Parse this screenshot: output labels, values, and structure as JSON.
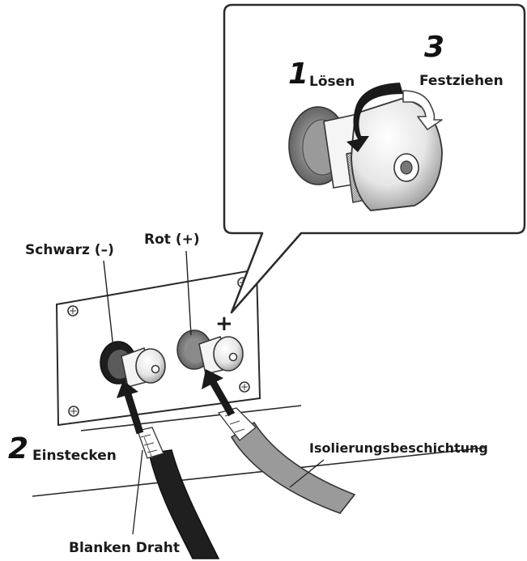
{
  "diagram": {
    "callout": {
      "step1_number": "1",
      "step1_label": "Lösen",
      "step3_number": "3",
      "step3_label": "Festziehen"
    },
    "terminals": {
      "black_label": "Schwarz (–)",
      "red_label": "Rot (+)",
      "plus_mark": "+"
    },
    "step2_number": "2",
    "step2_label": "Einstecken",
    "insulation_label": "Isolierungsbeschichtung",
    "bare_wire_label": "Blanken Draht"
  }
}
